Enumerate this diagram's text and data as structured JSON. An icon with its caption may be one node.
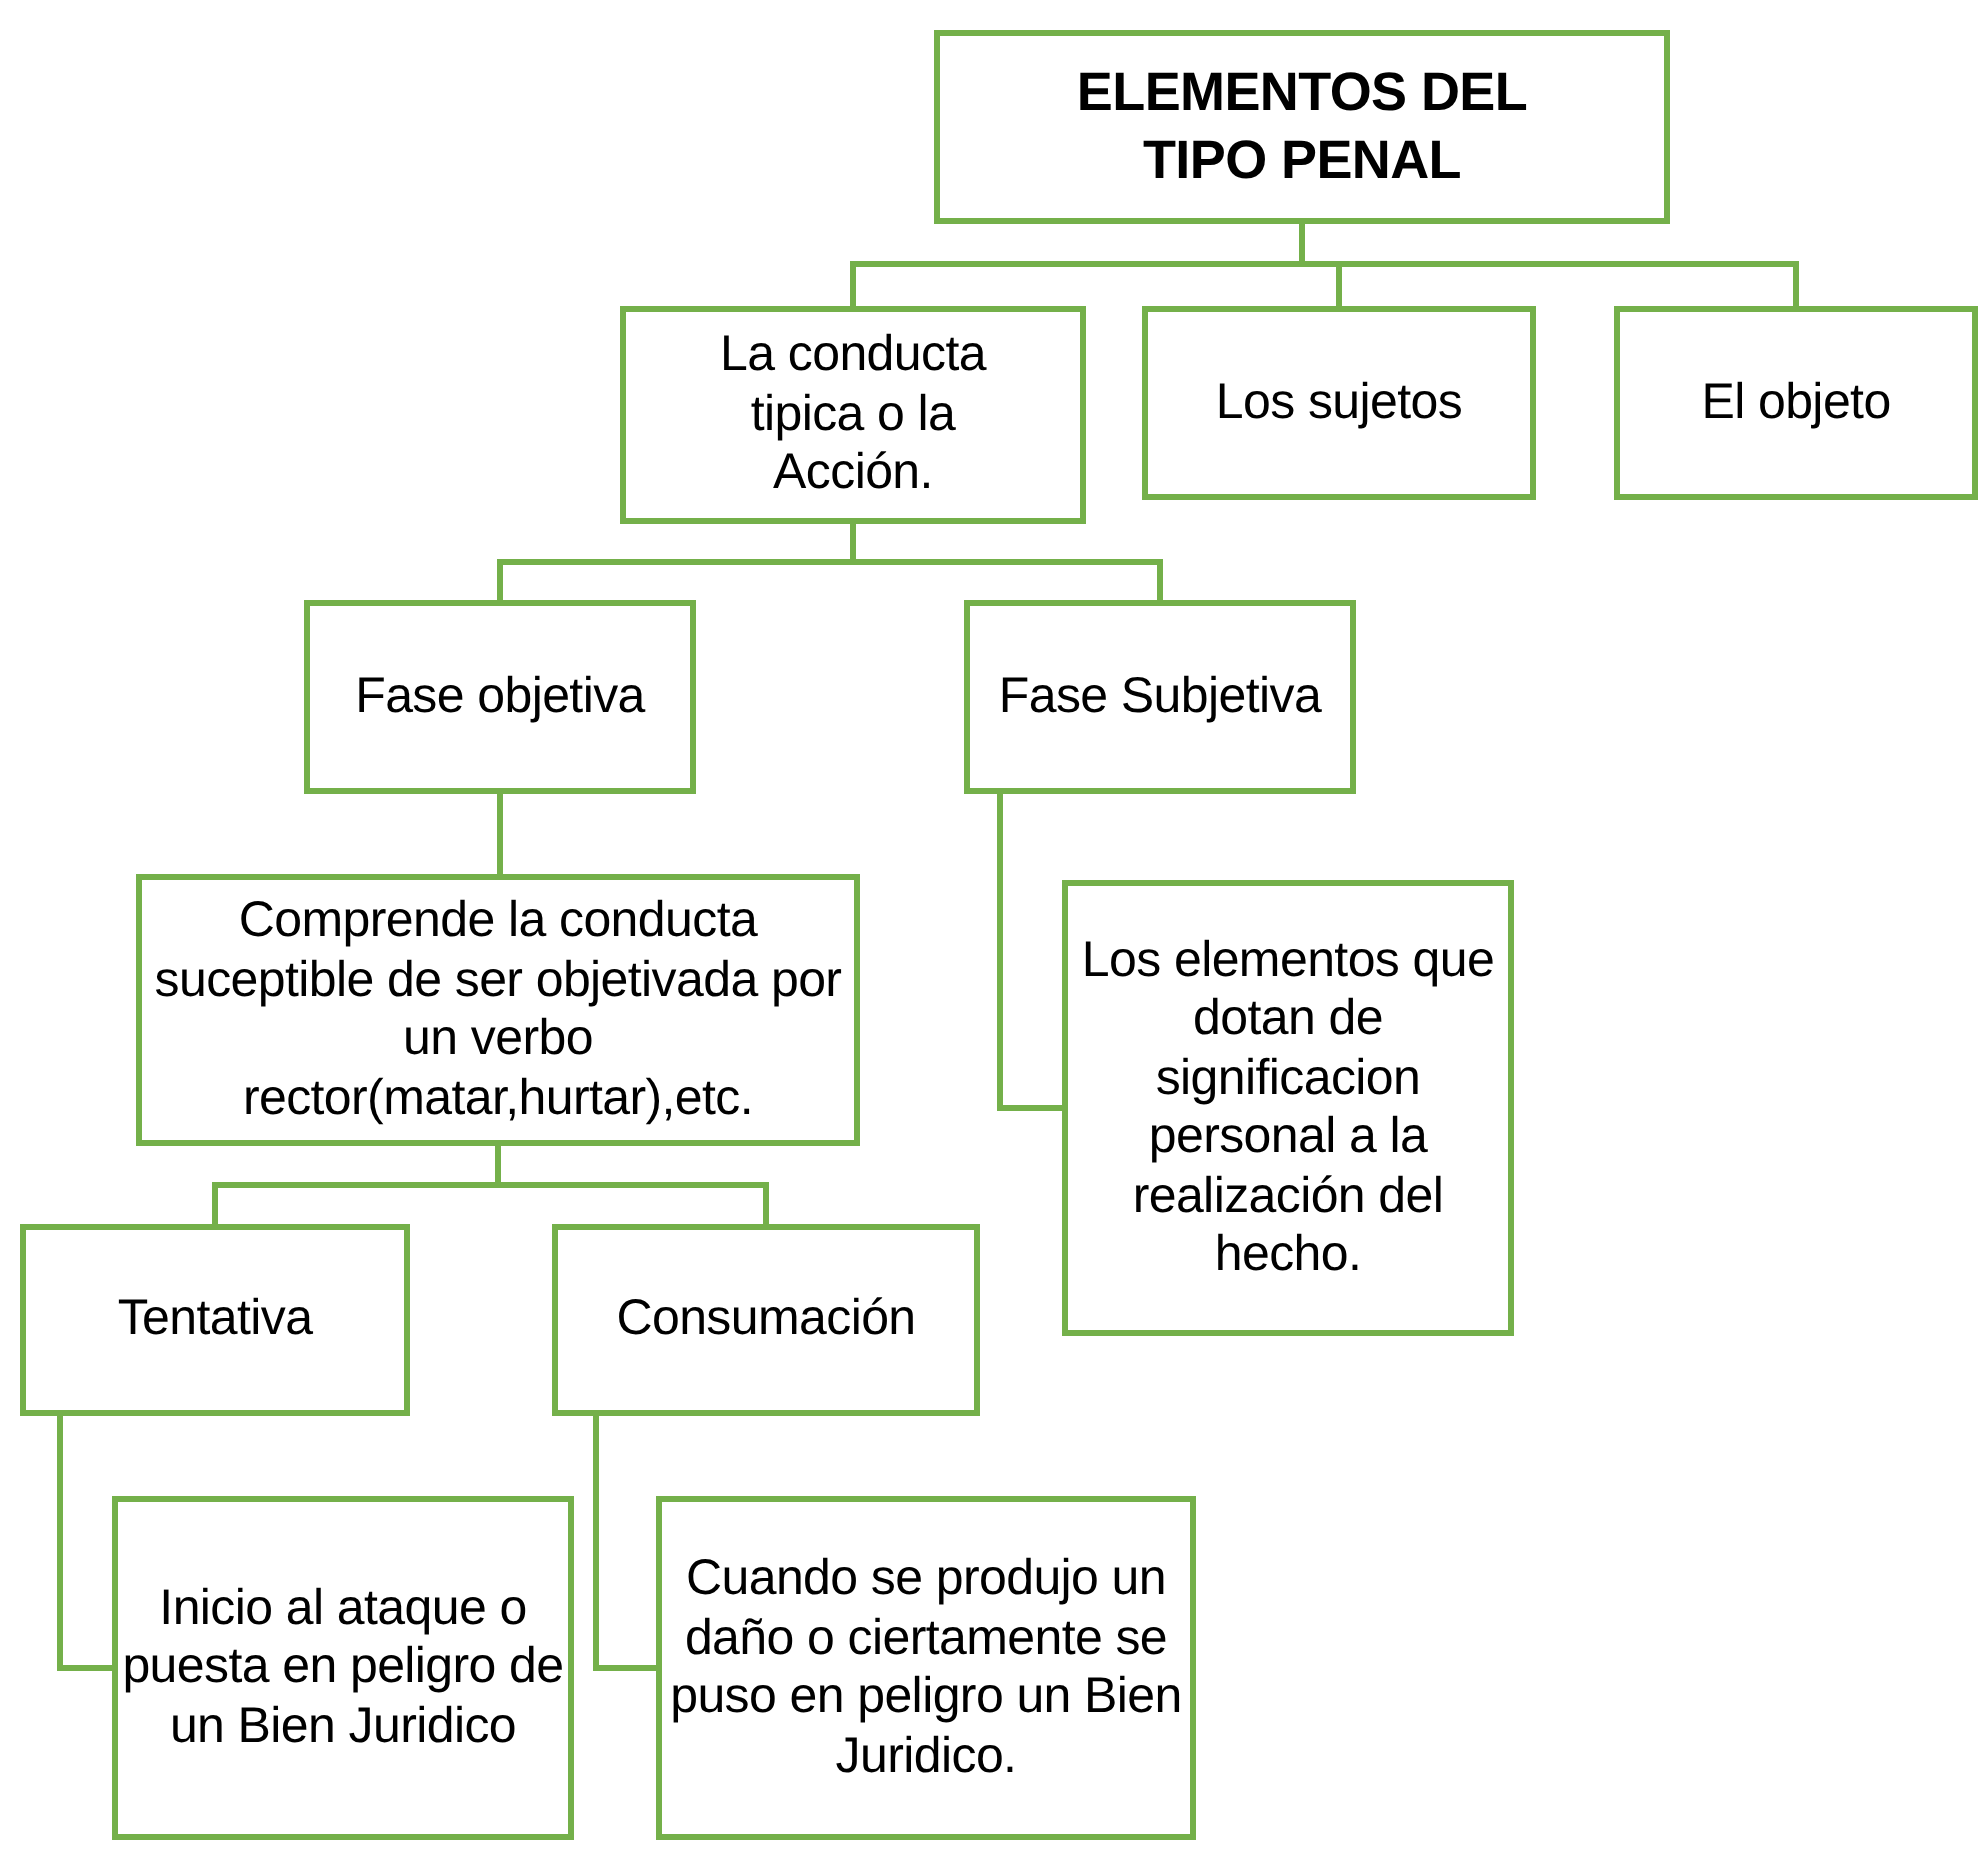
{
  "diagram": {
    "nodes": [
      {
        "text": [
          "ELEMENTOS DEL TIPO PENAL"
        ]
      },
      {
        "text": [
          "La conducta tipica o la Acción."
        ]
      },
      {
        "text": [
          "Los sujetos"
        ]
      },
      {
        "text": [
          "El objeto"
        ]
      },
      {
        "text": [
          "Fase objetiva"
        ]
      },
      {
        "text": [
          "Fase Subjetiva"
        ]
      },
      {
        "text": [
          "Comprende la conducta suceptible de ser objetivada por un verbo rector(matar,hurtar),etc."
        ]
      },
      {
        "text": [
          "Los elementos que dotan de significacion personal a la realización del hecho."
        ]
      },
      {
        "text": [
          "Tentativa"
        ]
      },
      {
        "text": [
          "Consumación"
        ]
      },
      {
        "text": [
          "Inicio al ataque o puesta en peligro de un Bien Juridico"
        ]
      },
      {
        "text": [
          "Cuando se produjo un daño o ciertamente se puso en peligro un Bien Juridico."
        ]
      }
    ],
    "edges": [
      {
        "from": 0,
        "to": 1,
        "arrow": "none"
      },
      {
        "from": 0,
        "to": 2,
        "arrow": "none"
      },
      {
        "from": 0,
        "to": 3,
        "arrow": "none"
      },
      {
        "from": 1,
        "to": 4,
        "arrow": "none"
      },
      {
        "from": 1,
        "to": 5,
        "arrow": "none"
      },
      {
        "from": 4,
        "to": 6,
        "arrow": "none"
      },
      {
        "from": 5,
        "to": 7,
        "arrow": "none"
      },
      {
        "from": 6,
        "to": 8,
        "arrow": "none"
      },
      {
        "from": 6,
        "to": 9,
        "arrow": "none"
      },
      {
        "from": 8,
        "to": 10,
        "arrow": "none"
      },
      {
        "from": 9,
        "to": 11,
        "arrow": "none"
      }
    ]
  }
}
